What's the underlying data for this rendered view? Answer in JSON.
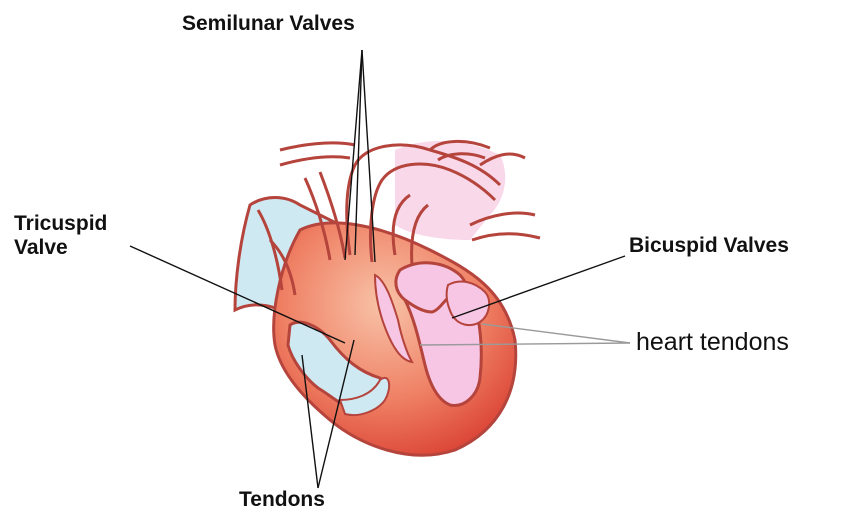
{
  "labels": {
    "semilunar_valves": "Semilunar Valves",
    "tricuspid_line1": "Tricuspid",
    "tricuspid_line2": "Valve",
    "bicuspid_valves": "Bicuspid Valves",
    "heart_tendons": "heart tendons",
    "tendons": "Tendons"
  },
  "colors": {
    "outline": "#b5443c",
    "right_side_fill": "#cfe9f2",
    "left_side_fill": "#f6c6e4",
    "muscle_light": "#f4a08a",
    "muscle_dark": "#dc3a2e",
    "leader_line": "#111111",
    "leader_line_light": "#9a9a9a"
  }
}
